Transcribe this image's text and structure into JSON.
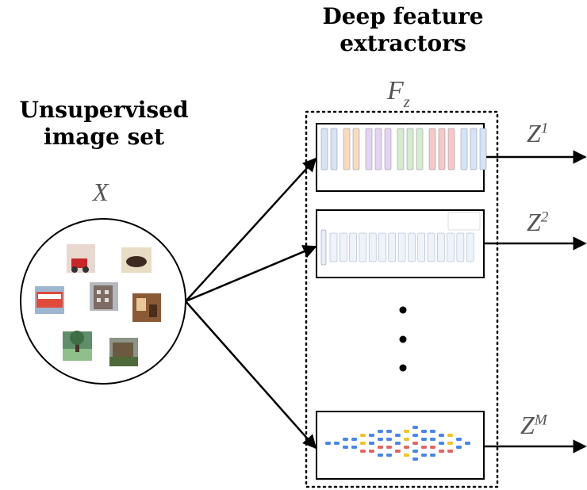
{
  "headings": {
    "extractors_line1": "Deep feature",
    "extractors_line2": "extractors",
    "imageset_line1": "Unsupervised",
    "imageset_line2": "image set"
  },
  "math": {
    "x": "X",
    "f": "F",
    "f_sub": "z",
    "z": "Z",
    "z1_sup": "1",
    "z2_sup": "2",
    "zm_sup": "M"
  },
  "images": [
    {
      "name": "red-scooter"
    },
    {
      "name": "dog"
    },
    {
      "name": "bus"
    },
    {
      "name": "building"
    },
    {
      "name": "room"
    },
    {
      "name": "tree"
    },
    {
      "name": "street"
    }
  ],
  "colors": {
    "arrow": "#000000",
    "dotted_box": "#000000",
    "vgg_blue": "#d6e4f7",
    "vgg_orange": "#f9dcc0",
    "vgg_purple": "#e4d4f2",
    "vgg_green": "#d4ecd0",
    "vgg_red": "#f6c9c9",
    "inc_blue": "#4a86e8",
    "inc_red": "#e06666",
    "inc_yellow": "#f1c232"
  }
}
